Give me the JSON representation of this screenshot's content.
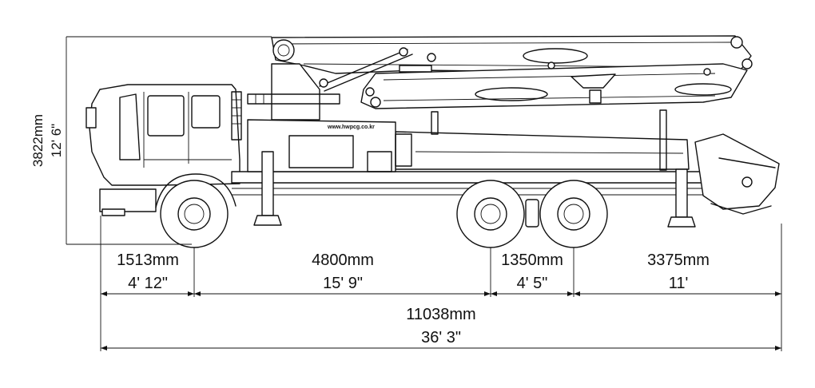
{
  "drawing": {
    "website_text": "www.hwpcg.co.kr"
  },
  "dimensions": {
    "height": {
      "metric": "3822mm",
      "imperial": "12' 6\""
    },
    "segments": [
      {
        "id": "front-overhang",
        "metric": "1513mm",
        "imperial": "4' 12\""
      },
      {
        "id": "wheelbase",
        "metric": "4800mm",
        "imperial": "15' 9\""
      },
      {
        "id": "tandem-spacing",
        "metric": "1350mm",
        "imperial": "4' 5\""
      },
      {
        "id": "rear-overhang",
        "metric": "3375mm",
        "imperial": "11'"
      }
    ],
    "overall": {
      "metric": "11038mm",
      "imperial": "36' 3\""
    }
  }
}
